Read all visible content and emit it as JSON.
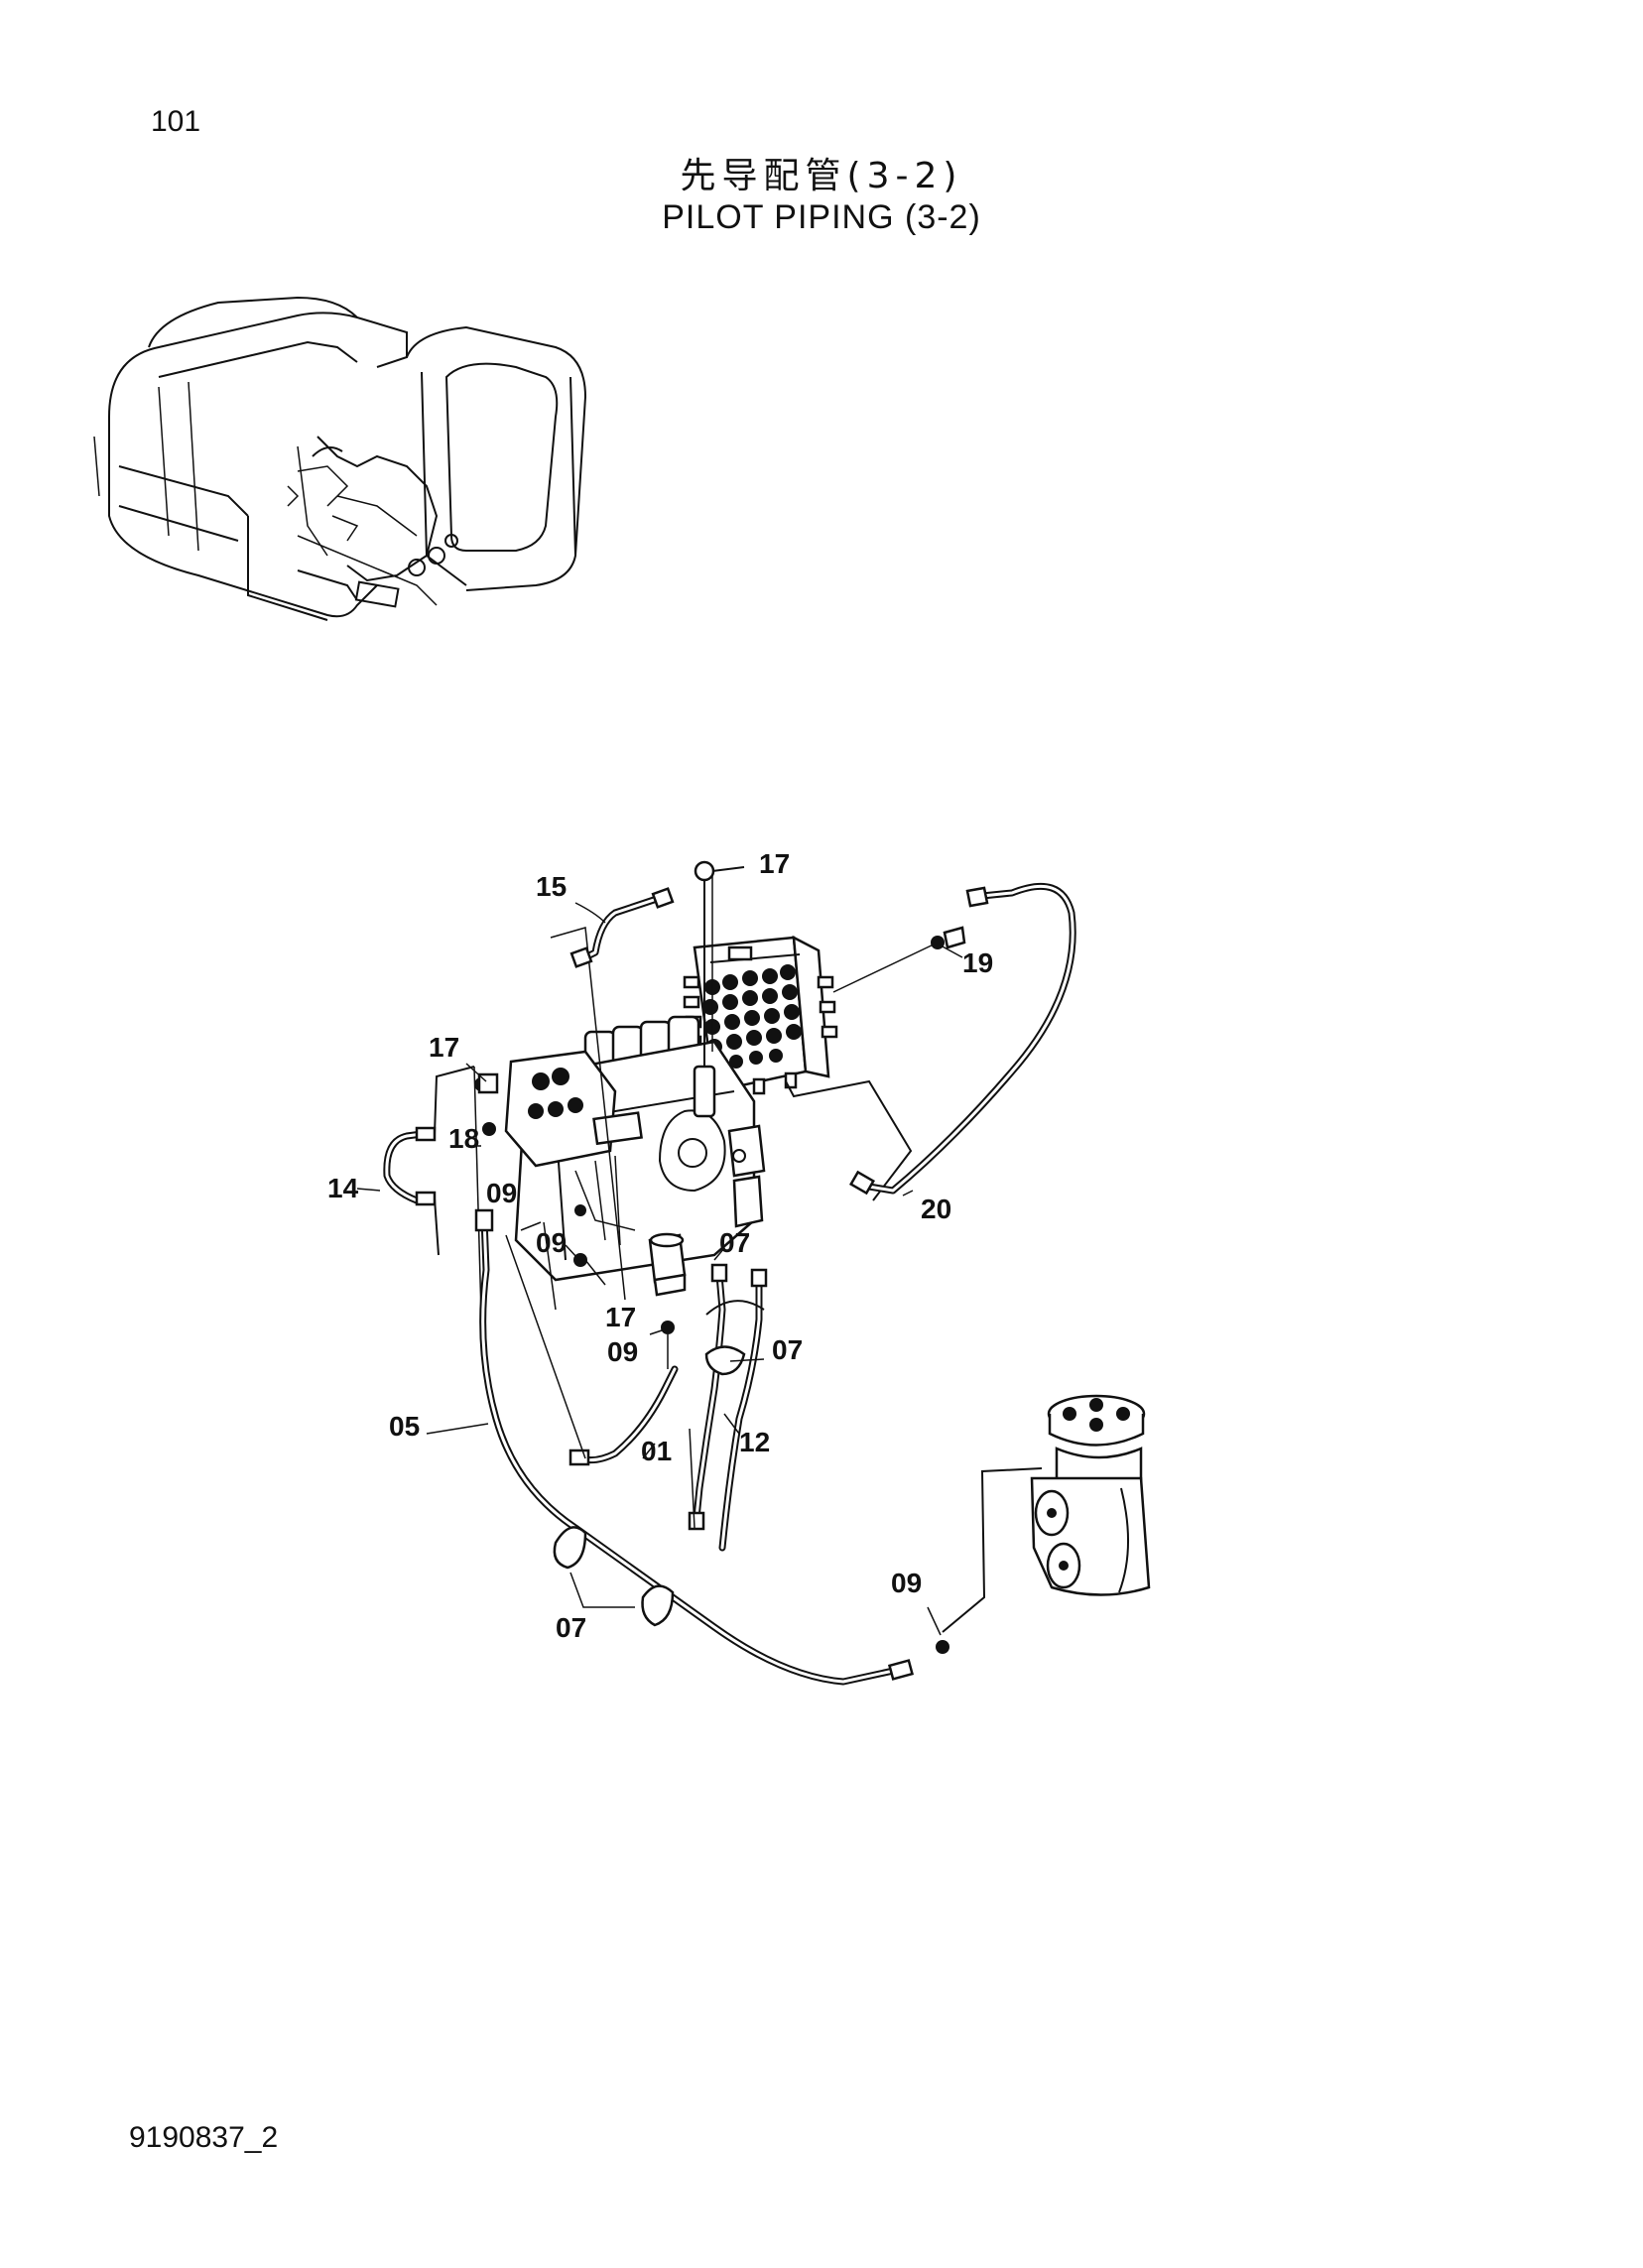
{
  "header": {
    "page_number": "101",
    "title_cn": "先导配管(3-2)",
    "title_en": "PILOT PIPING (3-2)"
  },
  "callouts": {
    "c15": "15",
    "c17_top": "17",
    "c19": "19",
    "c17_left": "17",
    "c18": "18",
    "c14": "14",
    "c09_a": "09",
    "c09_b": "09",
    "c07_a": "07",
    "c17_mid": "17",
    "c09_c": "09",
    "c07_b": "07",
    "c20": "20",
    "c05": "05",
    "c01": "01",
    "c12": "12",
    "c09_d": "09",
    "c07_c": "07"
  },
  "footer": {
    "document_code": "9190837_2"
  }
}
